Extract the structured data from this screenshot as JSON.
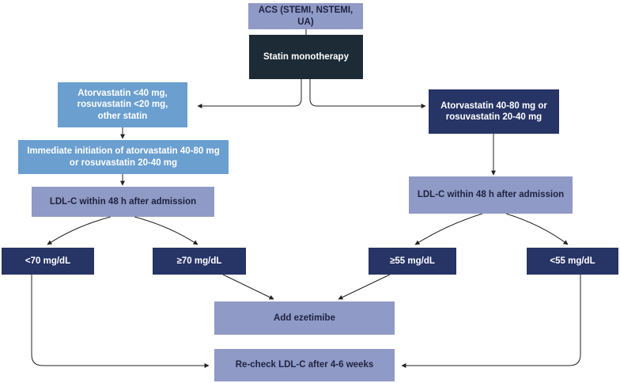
{
  "nodes": {
    "acs": "ACS (STEMI, NSTEMI, UA)",
    "statin": "Statin monotherapy",
    "low_dose": "Atorvastatin <40 mg,\nrosuvastatin <20 mg,\nother statin",
    "high_dose": "Atorvastatin 40-80 mg or\nrosuvastatin 20-40 mg",
    "immediate": "Immediate initiation of atorvastatin 40-80 mg\nor rosuvastatin 20-40 mg",
    "ldl_left": "LDL-C within 48 h after admission",
    "ldl_right": "LDL-C within 48 h after admission",
    "lt70": "<70 mg/dL",
    "ge70": "≥70 mg/dL",
    "ge55": "≥55 mg/dL",
    "lt55": "<55 mg/dL",
    "ezetimibe": "Add ezetimibe",
    "recheck": "Re-check LDL-C after 4-6 weeks"
  },
  "colors": {
    "lavender": "#8f9ac6",
    "dark": "#1c2b36",
    "light_blue": "#6a9fd0",
    "navy": "#263466"
  }
}
